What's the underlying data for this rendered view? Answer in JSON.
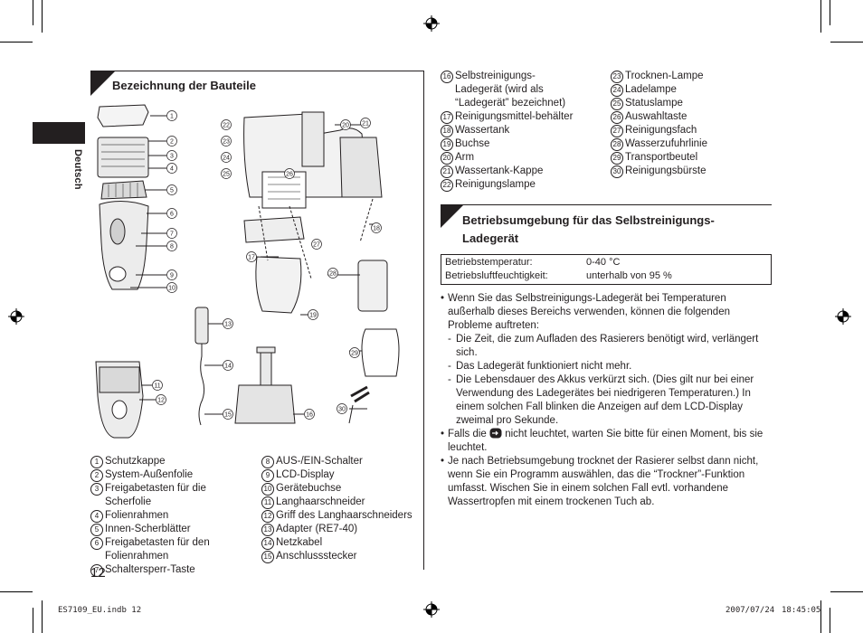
{
  "language_tab": "Deutsch",
  "page_number": "12",
  "footer": {
    "file": "ES7109_EU.indb   12",
    "date": "2007/07/24",
    "time": "18:45:05"
  },
  "section1": {
    "title": "Bezeichnung der Bauteile",
    "callouts": [
      "1",
      "2",
      "3",
      "4",
      "5",
      "6",
      "7",
      "8",
      "9",
      "10",
      "11",
      "12",
      "13",
      "14",
      "15",
      "16",
      "17",
      "18",
      "19",
      "20",
      "21",
      "22",
      "23",
      "24",
      "25",
      "26",
      "27",
      "28",
      "29",
      "30"
    ],
    "legend_left": [
      {
        "n": "1",
        "text": "Schutzkappe"
      },
      {
        "n": "2",
        "text": "System-Außenfolie"
      },
      {
        "n": "3",
        "text": "Freigabetasten für die Scherfolie"
      },
      {
        "n": "4",
        "text": "Folienrahmen"
      },
      {
        "n": "5",
        "text": "Innen-Scherblätter"
      },
      {
        "n": "6",
        "text": "Freigabetasten für den Folienrahmen"
      },
      {
        "n": "7",
        "text": "Schaltersperr-Taste"
      }
    ],
    "legend_mid": [
      {
        "n": "8",
        "text": "AUS-/EIN-Schalter"
      },
      {
        "n": "9",
        "text": "LCD-Display"
      },
      {
        "n": "10",
        "text": "Gerätebuchse"
      },
      {
        "n": "11",
        "text": "Langhaarschneider"
      },
      {
        "n": "12",
        "text": "Griff des Langhaarschneiders"
      },
      {
        "n": "13",
        "text": "Adapter (RE7-40)"
      },
      {
        "n": "14",
        "text": "Netzkabel"
      },
      {
        "n": "15",
        "text": "Anschlussstecker"
      }
    ],
    "legend_right_a": [
      {
        "n": "16",
        "text": "Selbstreinigungs-Ladegerät (wird als “Ladegerät” bezeichnet)"
      },
      {
        "n": "17",
        "text": "Reinigungsmittel-behälter"
      },
      {
        "n": "18",
        "text": "Wassertank"
      },
      {
        "n": "19",
        "text": "Buchse"
      },
      {
        "n": "20",
        "text": "Arm"
      },
      {
        "n": "21",
        "text": "Wassertank-Kappe"
      },
      {
        "n": "22",
        "text": "Reinigungslampe"
      }
    ],
    "legend_right_b": [
      {
        "n": "23",
        "text": "Trocknen-Lampe"
      },
      {
        "n": "24",
        "text": "Ladelampe"
      },
      {
        "n": "25",
        "text": "Statuslampe"
      },
      {
        "n": "26",
        "text": "Auswahltaste"
      },
      {
        "n": "27",
        "text": "Reinigungsfach"
      },
      {
        "n": "28",
        "text": "Wasserzufuhrlinie"
      },
      {
        "n": "29",
        "text": "Transportbeutel"
      },
      {
        "n": "30",
        "text": "Reinigungsbürste"
      }
    ]
  },
  "section2": {
    "title_line1": "Betriebsumgebung für das Selbstreinigungs-",
    "title_line2": "Ladegerät",
    "table": [
      {
        "label": "Betriebstemperatur:",
        "value": "0-40 °C"
      },
      {
        "label": "Betriebsluftfeuchtigkeit:",
        "value": "unterhalb von 95 %"
      }
    ],
    "bullet1": "Wenn Sie das Selbstreinigungs-Ladegerät bei Temperaturen außerhalb dieses Bereichs verwenden, können die folgenden Probleme auftreten:",
    "dash1": "Die Zeit, die zum Aufladen des Rasierers benötigt wird, verlängert sich.",
    "dash2": "Das Ladegerät funktioniert nicht mehr.",
    "dash3": "Die Lebensdauer des Akkus verkürzt sich. (Dies gilt nur bei einer Verwendung des Ladegerätes bei niedrigeren Temperaturen.) In einem solchen Fall blinken die Anzeigen auf dem LCD-Display zweimal pro Sekunde.",
    "bullet2_pre": "Falls die",
    "bullet2_post": "nicht leuchtet, warten Sie bitte für einen Moment, bis sie leuchtet.",
    "bullet3": "Je nach Betriebsumgebung trocknet der Rasierer selbst dann nicht, wenn Sie ein Programm auswählen, das die “Trockner”-Funktion umfasst. Wischen Sie in einem solchen Fall evtl. vorhandene Wassertropfen mit einem trockenen Tuch ab."
  }
}
